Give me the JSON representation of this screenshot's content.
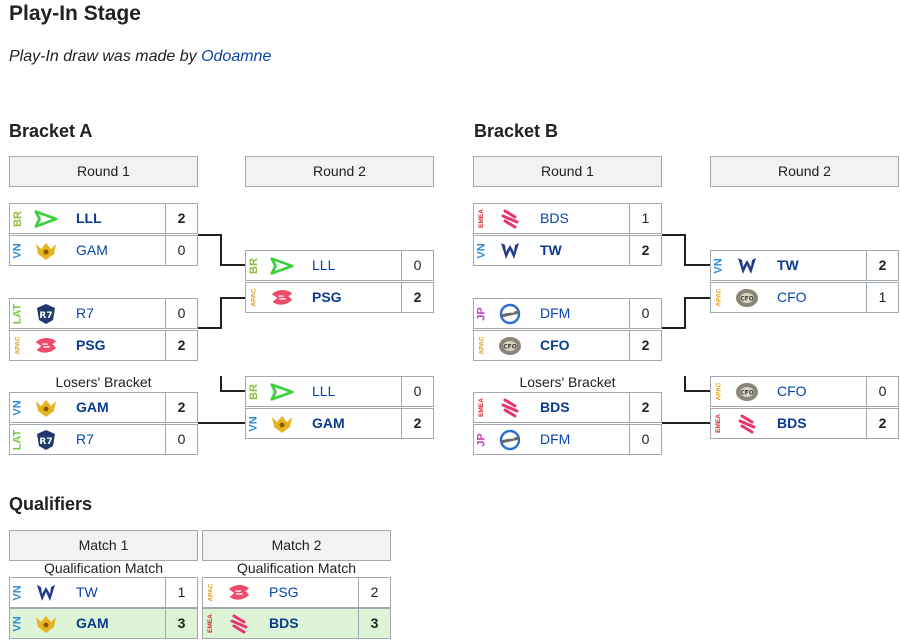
{
  "page": {
    "title": "Play-In Stage",
    "note_prefix": "Play-In draw was made by ",
    "note_link": "Odoamne"
  },
  "colors": {
    "BR": "#8dbd3b",
    "VN": "#2f8ad6",
    "LAT": "#6fcb3a",
    "APAC": "#e0a020",
    "EMEA": "#d52a2a",
    "JP": "#c63fc6",
    "link": "#0645ad",
    "winner_bg": "#ddf5d6"
  },
  "bracket_a": {
    "title": "Bracket A",
    "round1": "Round 1",
    "round2": "Round 2",
    "losers_label": "Losers' Bracket",
    "r1m1": [
      {
        "region": "BR",
        "name": "LLL",
        "score": "2",
        "win": true,
        "icon": "lll-logo-icon"
      },
      {
        "region": "VN",
        "name": "GAM",
        "score": "0",
        "win": false,
        "icon": "gam-logo-icon"
      }
    ],
    "r1m2": [
      {
        "region": "LAT",
        "name": "R7",
        "score": "0",
        "win": false,
        "icon": "r7-logo-icon"
      },
      {
        "region": "APAC",
        "name": "PSG",
        "score": "2",
        "win": true,
        "icon": "psg-logo-icon"
      }
    ],
    "r2m1": [
      {
        "region": "BR",
        "name": "LLL",
        "score": "0",
        "win": false,
        "icon": "lll-logo-icon"
      },
      {
        "region": "APAC",
        "name": "PSG",
        "score": "2",
        "win": true,
        "icon": "psg-logo-icon"
      }
    ],
    "lb1": [
      {
        "region": "VN",
        "name": "GAM",
        "score": "2",
        "win": true,
        "icon": "gam-logo-icon"
      },
      {
        "region": "LAT",
        "name": "R7",
        "score": "0",
        "win": false,
        "icon": "r7-logo-icon"
      }
    ],
    "lb2": [
      {
        "region": "BR",
        "name": "LLL",
        "score": "0",
        "win": false,
        "icon": "lll-logo-icon"
      },
      {
        "region": "VN",
        "name": "GAM",
        "score": "2",
        "win": true,
        "icon": "gam-logo-icon"
      }
    ]
  },
  "bracket_b": {
    "title": "Bracket B",
    "round1": "Round 1",
    "round2": "Round 2",
    "losers_label": "Losers' Bracket",
    "r1m1": [
      {
        "region": "EMEA",
        "name": "BDS",
        "score": "1",
        "win": false,
        "icon": "bds-logo-icon"
      },
      {
        "region": "VN",
        "name": "TW",
        "score": "2",
        "win": true,
        "icon": "tw-logo-icon"
      }
    ],
    "r1m2": [
      {
        "region": "JP",
        "name": "DFM",
        "score": "0",
        "win": false,
        "icon": "dfm-logo-icon"
      },
      {
        "region": "APAC",
        "name": "CFO",
        "score": "2",
        "win": true,
        "icon": "cfo-logo-icon"
      }
    ],
    "r2m1": [
      {
        "region": "VN",
        "name": "TW",
        "score": "2",
        "win": true,
        "icon": "tw-logo-icon"
      },
      {
        "region": "APAC",
        "name": "CFO",
        "score": "1",
        "win": false,
        "icon": "cfo-logo-icon"
      }
    ],
    "lb1": [
      {
        "region": "EMEA",
        "name": "BDS",
        "score": "2",
        "win": true,
        "icon": "bds-logo-icon"
      },
      {
        "region": "JP",
        "name": "DFM",
        "score": "0",
        "win": false,
        "icon": "dfm-logo-icon"
      }
    ],
    "lb2": [
      {
        "region": "APAC",
        "name": "CFO",
        "score": "0",
        "win": false,
        "icon": "cfo-logo-icon"
      },
      {
        "region": "EMEA",
        "name": "BDS",
        "score": "2",
        "win": true,
        "icon": "bds-logo-icon"
      }
    ]
  },
  "qualifiers": {
    "title": "Qualifiers",
    "match1_label": "Match 1",
    "match2_label": "Match 2",
    "sub1": "Qualification Match",
    "sub2": "Qualification Match",
    "m1": [
      {
        "region": "VN",
        "name": "TW",
        "score": "1",
        "win": false,
        "icon": "tw-logo-icon"
      },
      {
        "region": "VN",
        "name": "GAM",
        "score": "3",
        "win": true,
        "icon": "gam-logo-icon"
      }
    ],
    "m2": [
      {
        "region": "APAC",
        "name": "PSG",
        "score": "2",
        "win": false,
        "icon": "psg-logo-icon"
      },
      {
        "region": "EMEA",
        "name": "BDS",
        "score": "3",
        "win": true,
        "icon": "bds-logo-icon"
      }
    ]
  }
}
